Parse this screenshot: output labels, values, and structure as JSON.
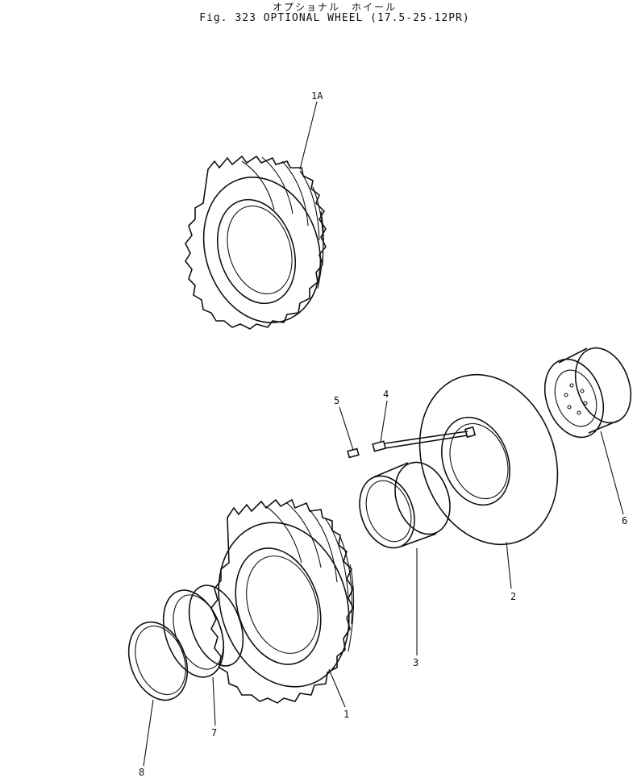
{
  "title": {
    "japanese": "オプショナル　ホイール",
    "english": "Fig. 323 OPTIONAL  WHEEL  (17.5-25-12PR)"
  },
  "parts": [
    {
      "key": "1A",
      "label": "1A"
    },
    {
      "key": "5",
      "label": "5"
    },
    {
      "key": "4",
      "label": "4"
    },
    {
      "key": "6",
      "label": "6"
    },
    {
      "key": "2",
      "label": "2"
    },
    {
      "key": "3",
      "label": "3"
    },
    {
      "key": "1",
      "label": "1"
    },
    {
      "key": "7",
      "label": "7"
    },
    {
      "key": "8",
      "label": "8"
    }
  ]
}
